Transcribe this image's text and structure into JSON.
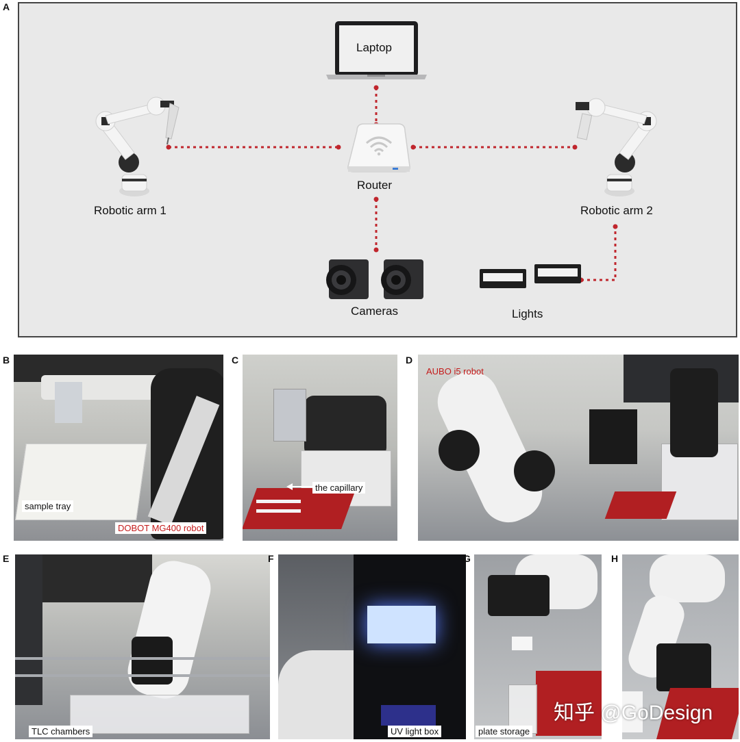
{
  "panel_labels": {
    "a": "A",
    "b": "B",
    "c": "C",
    "d": "D",
    "e": "E",
    "f": "F",
    "g": "G",
    "h": "H"
  },
  "diagram": {
    "laptop": "Laptop",
    "router": "Router",
    "arm1": "Robotic arm 1",
    "arm2": "Robotic arm 2",
    "cameras": "Cameras",
    "lights": "Lights",
    "link_color": "#c0262d"
  },
  "photos": {
    "b": {
      "caption1": "sample tray",
      "caption2": "DOBOT MG400 robot"
    },
    "c": {
      "caption1": "the capillary"
    },
    "d": {
      "caption1": "AUBO i5 robot"
    },
    "e": {
      "caption1": "TLC chambers"
    },
    "f": {
      "caption1": "UV light box"
    },
    "g": {
      "caption1": "plate storage"
    }
  },
  "watermark": "知乎 @GoDesign"
}
